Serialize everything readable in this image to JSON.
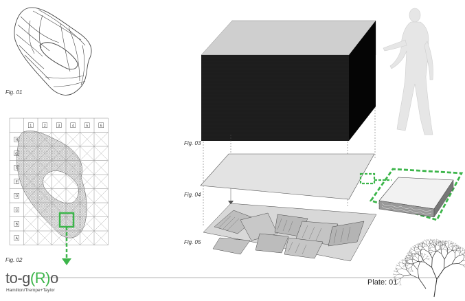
{
  "figures": {
    "fig01": "Fig. 01",
    "fig02": "Fig. 02",
    "fig03": "Fig. 03",
    "fig04": "Fig. 04",
    "fig05": "Fig. 05"
  },
  "grid": {
    "column_labels": [
      "1",
      "2",
      "3",
      "4",
      "5",
      "6"
    ],
    "row_labels": [
      "H",
      "G",
      "F",
      "E",
      "D",
      "C",
      "B",
      "A"
    ]
  },
  "logo": {
    "prefix": "to-g",
    "open_paren": "(",
    "letter": "R",
    "close_paren": ")",
    "suffix": "o",
    "accent_color": "#3cb54a"
  },
  "authors": "Hamilton/Trempe+Taylor",
  "plate": "Plate: 01"
}
